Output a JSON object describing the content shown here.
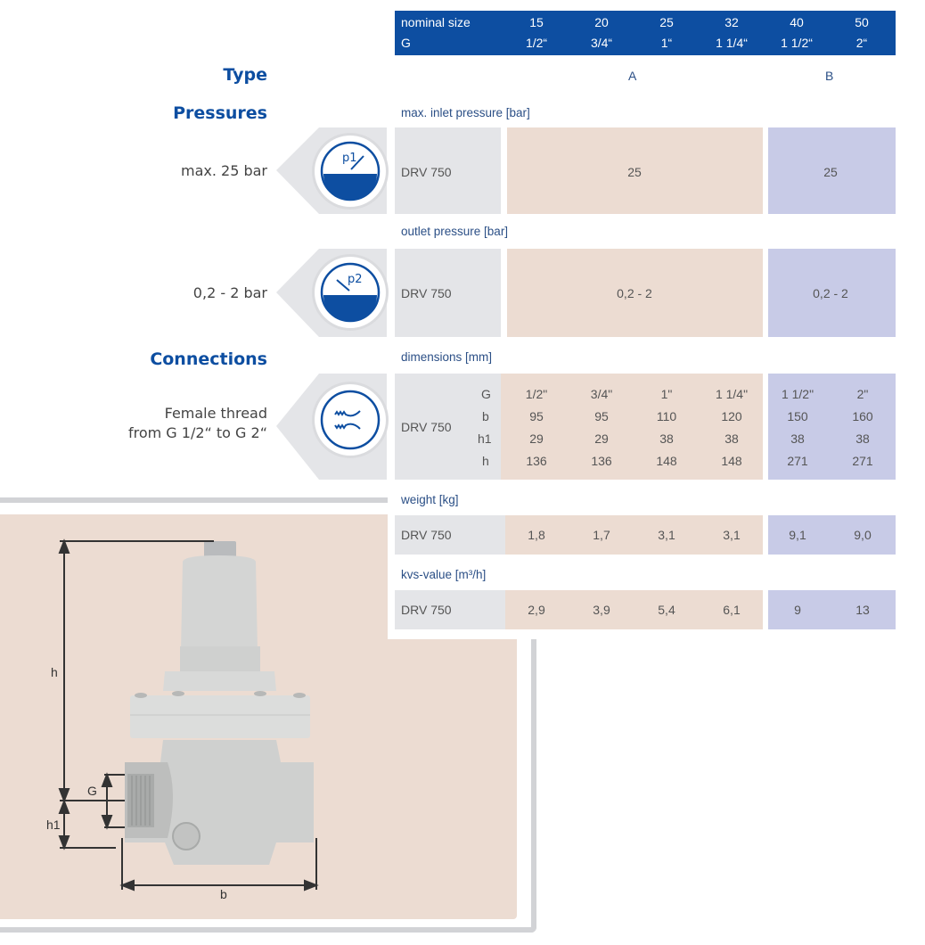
{
  "header": {
    "rows": [
      {
        "label": "nominal size",
        "values": [
          "15",
          "20",
          "25",
          "32",
          "40",
          "50"
        ]
      },
      {
        "label": "G",
        "values": [
          "1/2“",
          "3/4“",
          "1“",
          "1 1/4“",
          "1 1/2“",
          "2“"
        ]
      }
    ]
  },
  "type": {
    "heading": "Type",
    "groups": [
      "A",
      "B"
    ]
  },
  "pressures": {
    "heading": "Pressures",
    "inlet": {
      "left_text": "max. 25 bar",
      "icon": "pressure-gauge-p1-icon",
      "icon_label": "p1",
      "section_label": "max. inlet pressure [bar]",
      "model": "DRV 750",
      "value_a": "25",
      "value_b": "25"
    },
    "outlet": {
      "left_text": "0,2 - 2 bar",
      "icon": "pressure-gauge-p2-icon",
      "icon_label": "p2",
      "section_label": "outlet pressure [bar]",
      "model": "DRV 750",
      "value_a": "0,2 - 2",
      "value_b": "0,2 - 2"
    }
  },
  "connections": {
    "heading": "Connections",
    "left_text_1": "Female thread",
    "left_text_2": "from G 1/2“ to G 2“",
    "icon": "female-thread-icon",
    "section_label": "dimensions [mm]",
    "model": "DRV 750",
    "rows": [
      {
        "label": "G",
        "values": [
          "1/2\"",
          "3/4\"",
          "1\"",
          "1 1/4\"",
          "1 1/2\"",
          "2\""
        ]
      },
      {
        "label": "b",
        "values": [
          "95",
          "95",
          "110",
          "120",
          "150",
          "160"
        ]
      },
      {
        "label": "h1",
        "values": [
          "29",
          "29",
          "38",
          "38",
          "38",
          "38"
        ]
      },
      {
        "label": "h",
        "values": [
          "136",
          "136",
          "148",
          "148",
          "271",
          "271"
        ]
      }
    ]
  },
  "weight": {
    "section_label": "weight [kg]",
    "model": "DRV 750",
    "values": [
      "1,8",
      "1,7",
      "3,1",
      "3,1",
      "9,1",
      "9,0"
    ]
  },
  "kvs": {
    "section_label": "kvs-value [m³/h]",
    "model": "DRV 750",
    "values": [
      "2,9",
      "3,9",
      "5,4",
      "6,1",
      "9",
      "13"
    ]
  },
  "drawing": {
    "label_h": "h",
    "label_G": "G",
    "label_h1": "h1",
    "label_b": "b"
  },
  "colors": {
    "brand_blue": "#0d4ea1",
    "group_a_bg": "#ecdcd2",
    "group_b_bg": "#c8cbe7",
    "model_bg": "#e4e5e8"
  }
}
